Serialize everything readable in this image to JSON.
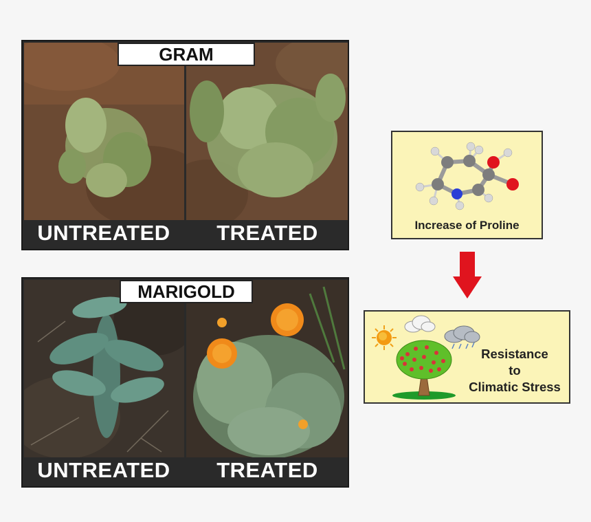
{
  "gram": {
    "title": "GRAM",
    "left_label": "UNTREATED",
    "right_label": "TREATED"
  },
  "marigold": {
    "title": "MARIGOLD",
    "left_label": "UNTREATED",
    "right_label": "TREATED"
  },
  "proline": {
    "caption": "Increase of Proline"
  },
  "resistance": {
    "line1": "Resistance",
    "line2": "to",
    "line3": "Climatic Stress"
  },
  "colors": {
    "arrow": "#e0141e",
    "box_fill": "#fbf4b8",
    "label_bar": "#2a2a2a"
  }
}
